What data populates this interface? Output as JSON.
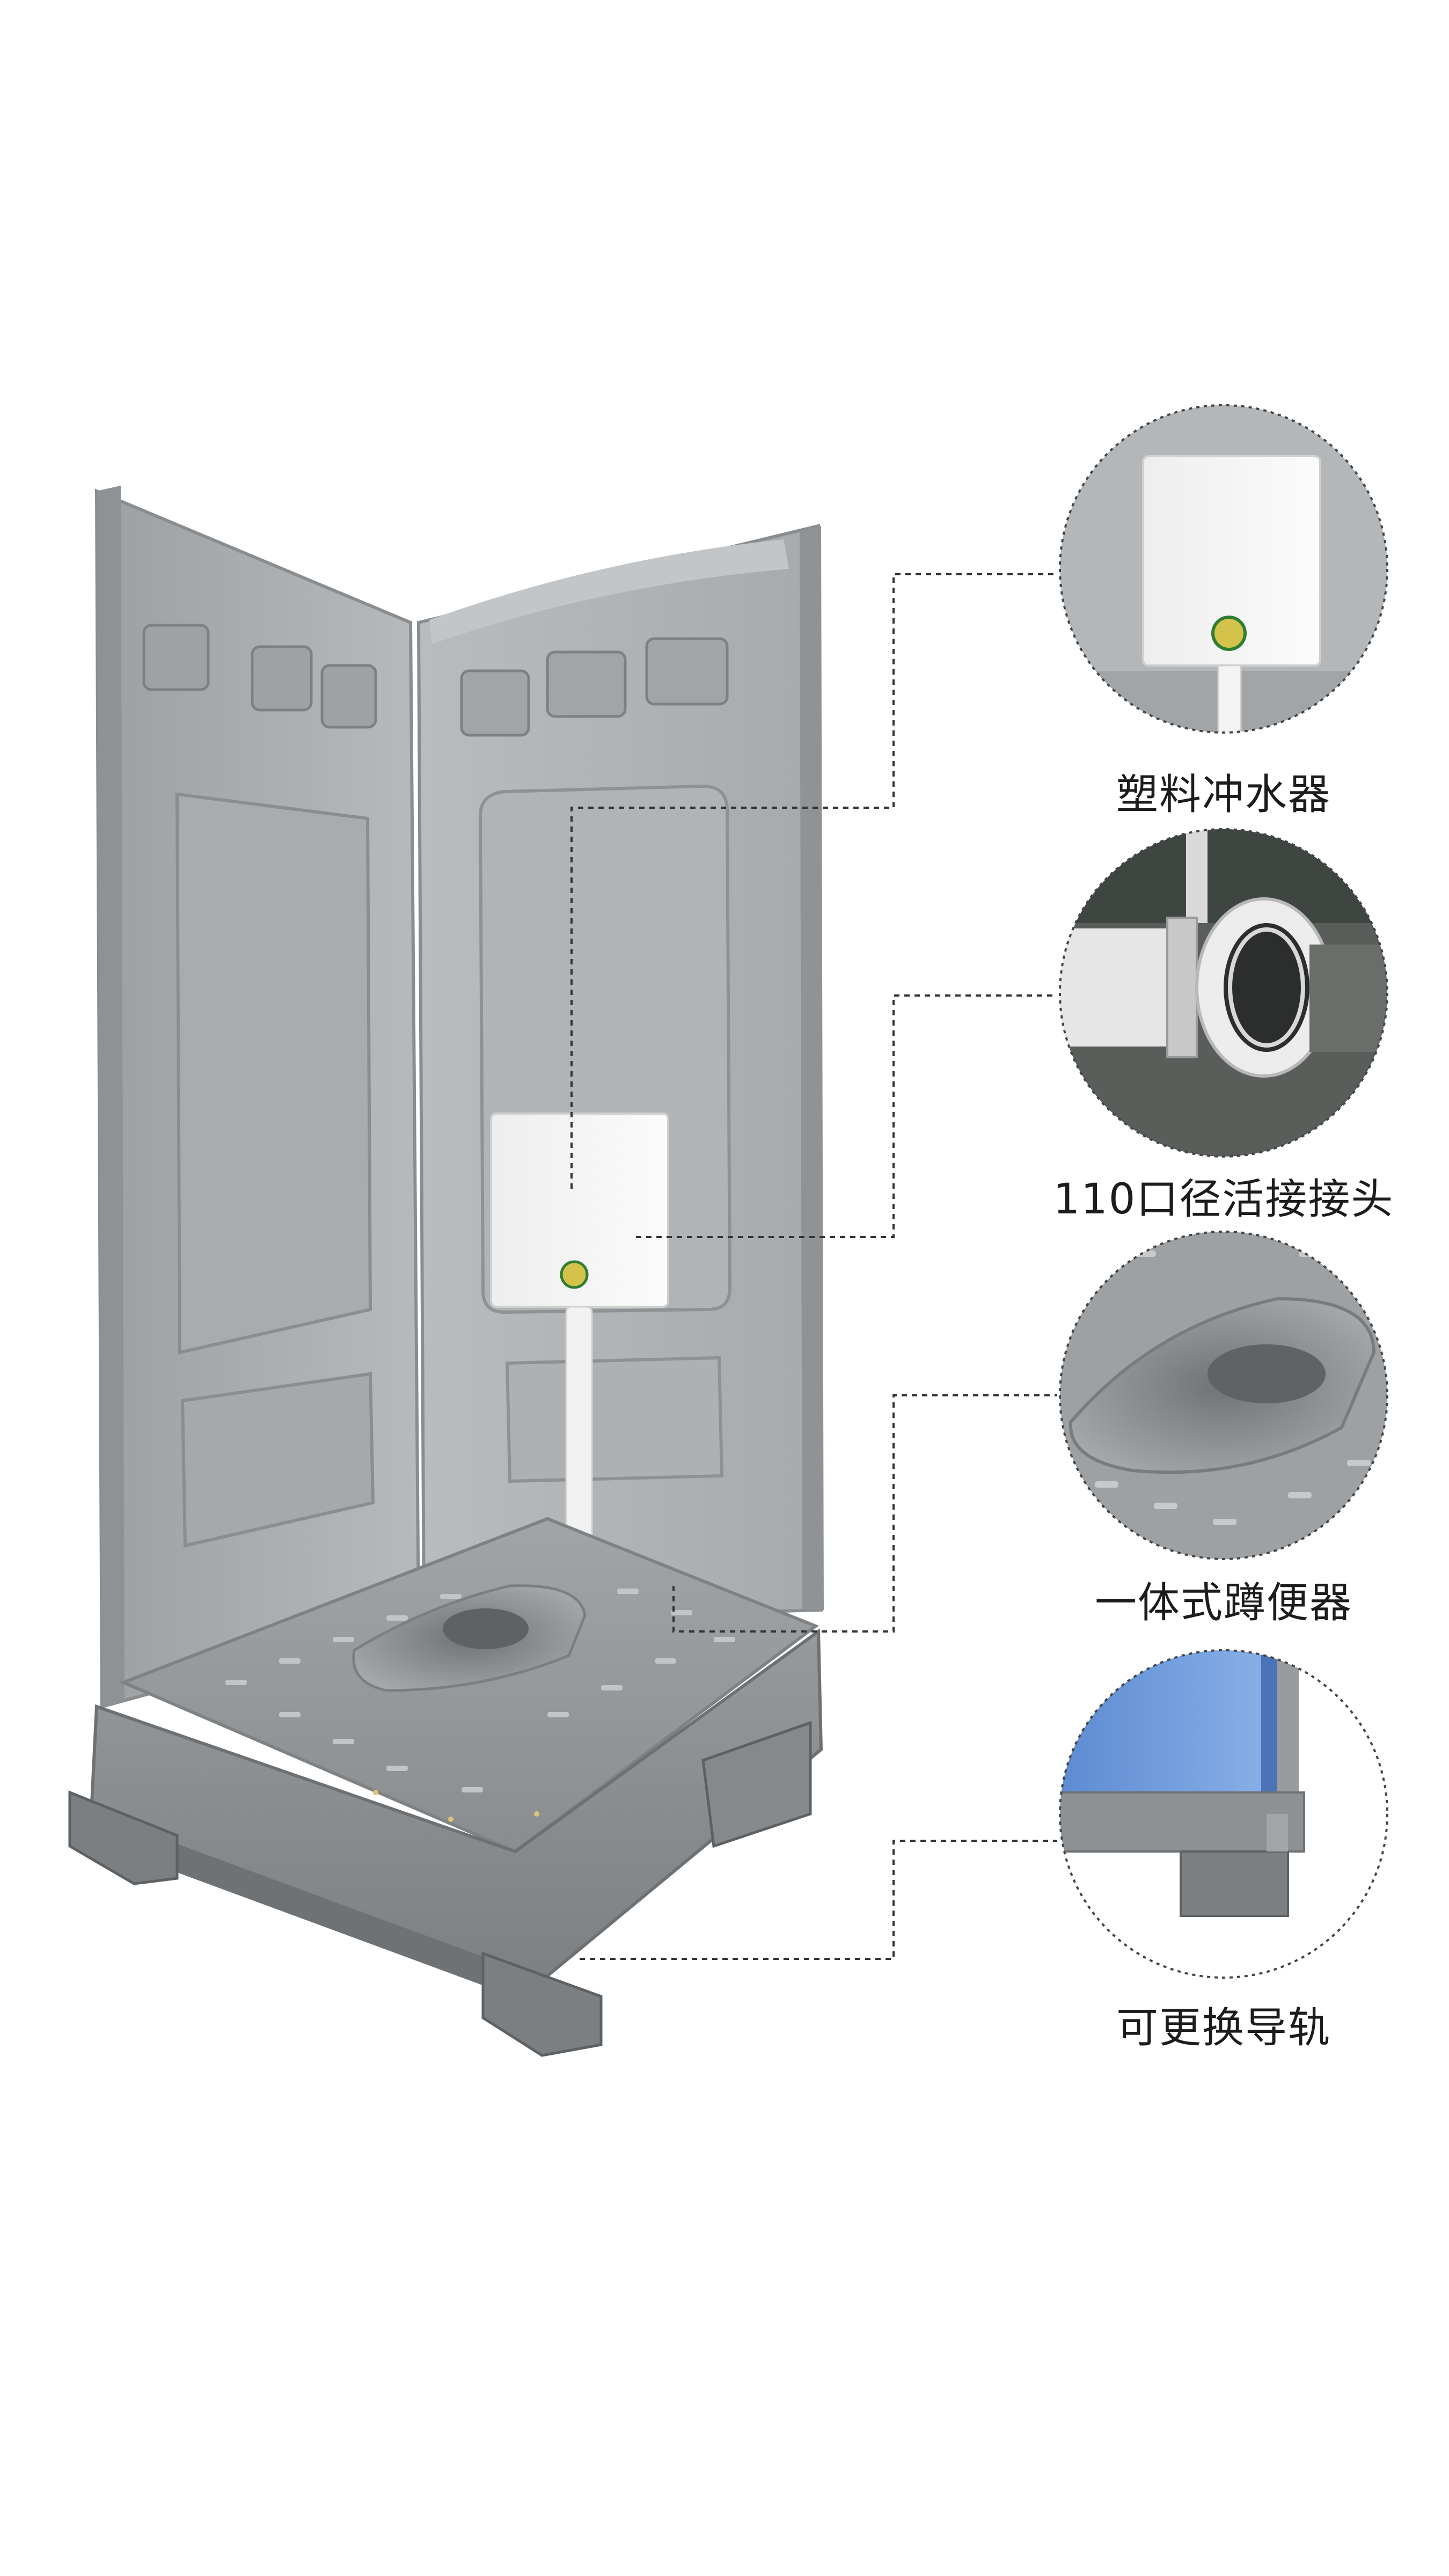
{
  "callouts": [
    {
      "label": "塑料冲水器",
      "icon": "flush-tank-closeup"
    },
    {
      "label": "110口径活接接头",
      "icon": "pipe-union-closeup"
    },
    {
      "label": "一体式蹲便器",
      "icon": "squat-toilet-closeup"
    },
    {
      "label": "可更换导轨",
      "icon": "base-rail-closeup"
    }
  ],
  "colors": {
    "background": "#ffffff",
    "panel_gray": "#a9acae",
    "base_gray": "#8e9193",
    "tank_white": "#f7f7f7",
    "accent_blue": "#6b98da",
    "leader_line": "#333333"
  }
}
